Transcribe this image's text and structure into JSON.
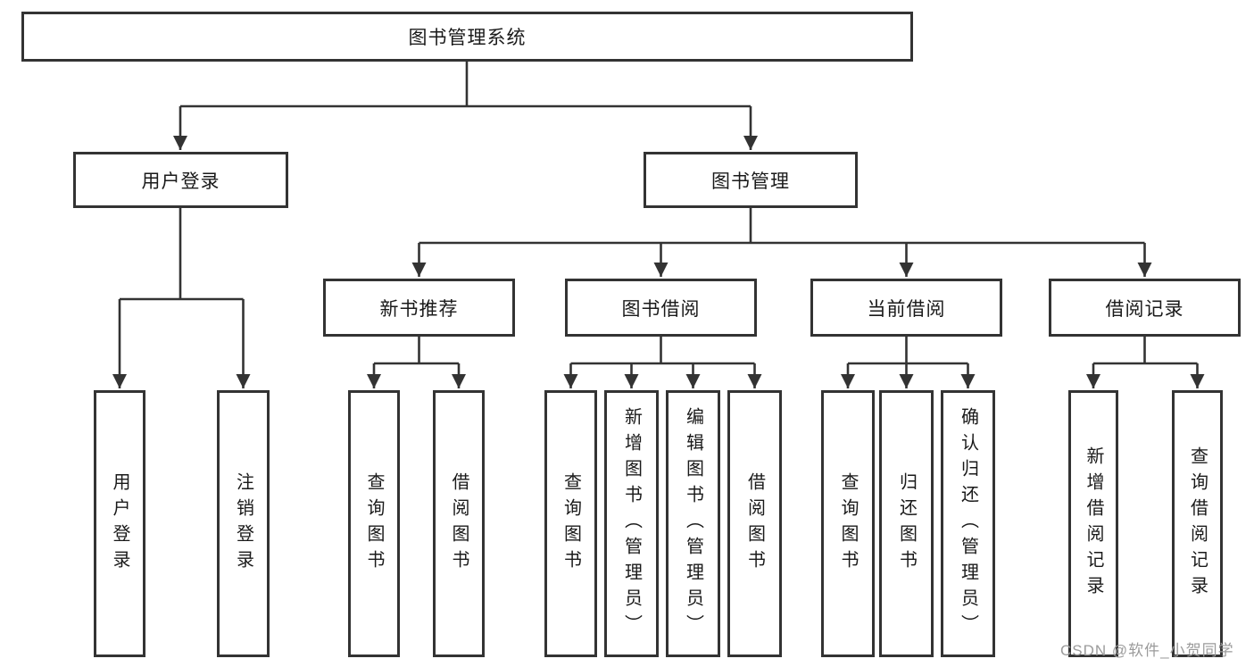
{
  "colors": {
    "line": "#333333",
    "box_border": "#333333",
    "text": "#1a1a1a",
    "watermark_gray": "#9b9b9b",
    "background": "#ffffff"
  },
  "root": {
    "label": "图书管理系统"
  },
  "level2": [
    {
      "label": "用户登录"
    },
    {
      "label": "图书管理"
    }
  ],
  "level3": [
    {
      "label": "新书推荐"
    },
    {
      "label": "图书借阅"
    },
    {
      "label": "当前借阅"
    },
    {
      "label": "借阅记录"
    }
  ],
  "leaves": [
    {
      "label": "用户登录"
    },
    {
      "label": "注销登录"
    },
    {
      "label": "查询图书"
    },
    {
      "label": "借阅图书"
    },
    {
      "label": "查询图书"
    },
    {
      "label": "新增图书（管理员）"
    },
    {
      "label": "编辑图书（管理员）"
    },
    {
      "label": "借阅图书"
    },
    {
      "label": "查询图书"
    },
    {
      "label": "归还图书"
    },
    {
      "label": "确认归还（管理员）"
    },
    {
      "label": "新增借阅记录"
    },
    {
      "label": "查询借阅记录"
    }
  ],
  "watermark": {
    "text": "CSDN @软件_小贺同学"
  }
}
